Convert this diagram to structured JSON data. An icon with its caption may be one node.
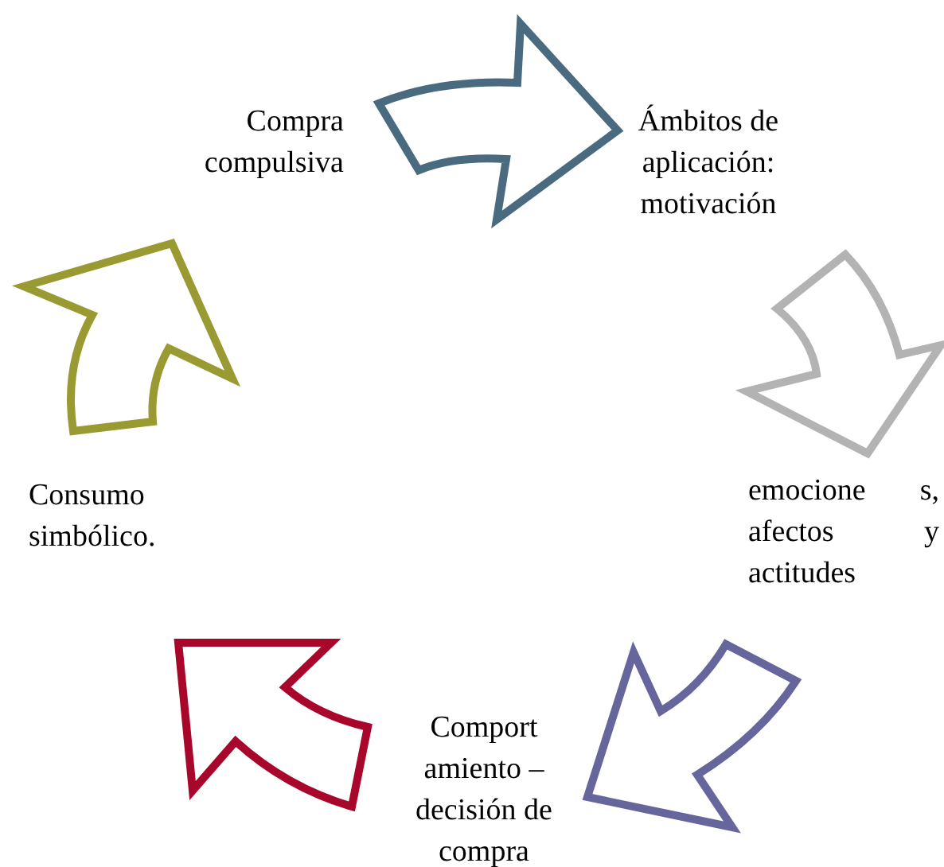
{
  "diagram": {
    "nodes": [
      {
        "text": [
          "Compra compulsiva"
        ]
      },
      {
        "text": [
          "Ámbitos de aplicación: motivación"
        ]
      },
      {
        "text": [
          "emocione s, afectos y actitudes"
        ]
      },
      {
        "text": [
          "Comport amiento – decisión de compra"
        ]
      },
      {
        "text": [
          "Consumo simbólico."
        ]
      }
    ],
    "edges": [
      {
        "from": 0,
        "to": 1,
        "arrow": "to",
        "style": "thick",
        "color": "#4a6a80"
      },
      {
        "from": 1,
        "to": 2,
        "arrow": "to",
        "style": "thick",
        "color": "#b3b3b3"
      },
      {
        "from": 2,
        "to": 3,
        "arrow": "to",
        "style": "thick",
        "color": "#66669c"
      },
      {
        "from": 3,
        "to": 4,
        "arrow": "to",
        "style": "thick",
        "color": "#a8062a"
      },
      {
        "from": 4,
        "to": 0,
        "arrow": "to",
        "style": "thick",
        "color": "#999a32"
      }
    ]
  }
}
